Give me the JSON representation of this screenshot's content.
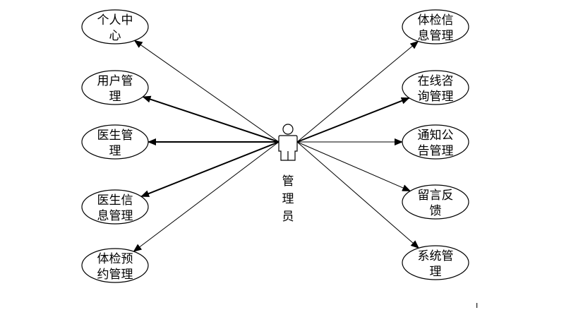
{
  "actor": {
    "label_lines": [
      "管",
      "理",
      "员"
    ]
  },
  "left_use_cases": [
    {
      "lines": [
        "个人中",
        "心"
      ],
      "bold": false
    },
    {
      "lines": [
        "用户管",
        "理"
      ],
      "bold": true
    },
    {
      "lines": [
        "医生管",
        "理"
      ],
      "bold": true
    },
    {
      "lines": [
        "医生信",
        "息管理"
      ],
      "bold": true
    },
    {
      "lines": [
        "体检预",
        "约管理"
      ],
      "bold": false
    }
  ],
  "right_use_cases": [
    {
      "lines": [
        "体检信",
        "息管理"
      ],
      "bold": false
    },
    {
      "lines": [
        "在线咨",
        "询管理"
      ],
      "bold": true
    },
    {
      "lines": [
        "通知公",
        "告管理"
      ],
      "bold": false
    },
    {
      "lines": [
        "留言反",
        "馈"
      ],
      "bold": false
    },
    {
      "lines": [
        "系统管",
        "理"
      ],
      "bold": false
    }
  ]
}
